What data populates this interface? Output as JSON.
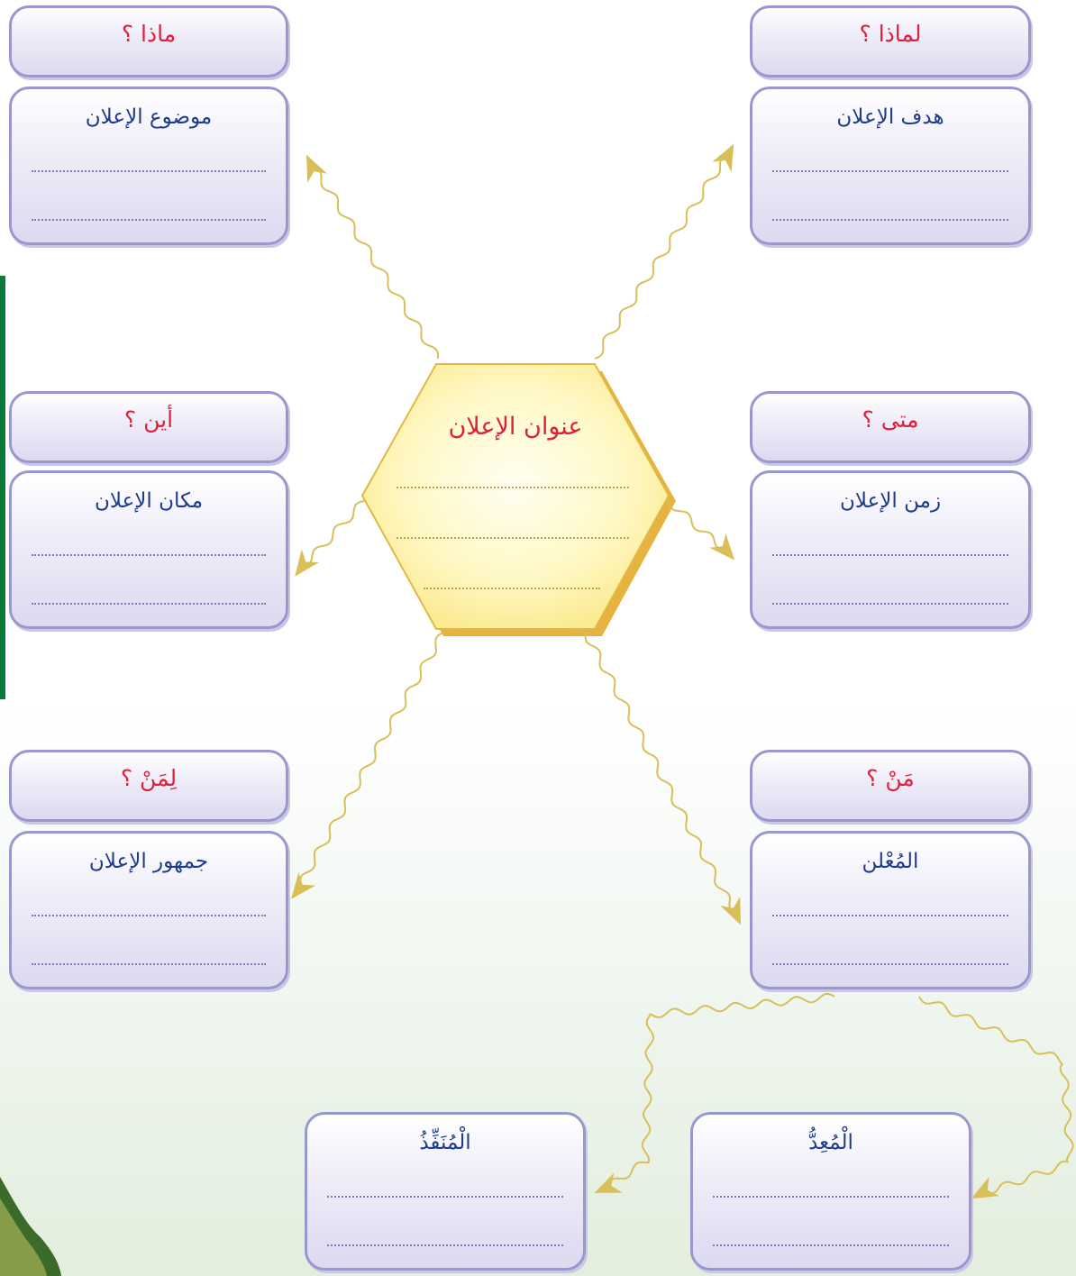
{
  "center": {
    "title": "عنوان الإعلان"
  },
  "boxes": {
    "what": {
      "question": "ماذا ؟",
      "content": "موضوع الإعلان"
    },
    "why": {
      "question": "لماذا ؟",
      "content": "هدف الإعلان"
    },
    "where": {
      "question": "أين ؟",
      "content": "مكان الإعلان"
    },
    "when": {
      "question": "متى ؟",
      "content": "زمن الإعلان"
    },
    "towhom": {
      "question": "لِمَنْ ؟",
      "content": "جمهور الإعلان"
    },
    "who": {
      "question": "مَنْ ؟",
      "content": "المُعْلن"
    }
  },
  "sub_boxes": {
    "executor": {
      "label": "الْمُنَفِّذُ"
    },
    "preparer": {
      "label": "الْمُعِدُّ"
    }
  },
  "colors": {
    "question_text": "#e0203a",
    "content_text": "#1e3c8c",
    "card_border": "#9a97cf",
    "arrow": "#d8bf58",
    "hexagon_fill": "#fff6b8",
    "hexagon_border": "#e2b845"
  }
}
